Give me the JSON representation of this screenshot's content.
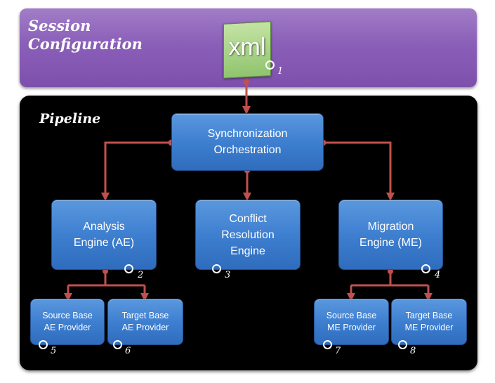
{
  "session": {
    "title": "Session\nConfiguration",
    "doc_label": "xml"
  },
  "pipeline": {
    "title": "Pipeline"
  },
  "boxes": {
    "orchestration": "Synchronization\nOrchestration",
    "analysis": "Analysis\nEngine (AE)",
    "conflict": "Conflict\nResolution\nEngine",
    "migration": "Migration\nEngine (ME)",
    "source_ae": "Source Base\nAE Provider",
    "target_ae": "Target Base\nAE Provider",
    "source_me": "Source Base\nME Provider",
    "target_me": "Target Base\nME Provider"
  },
  "ports": [
    "1",
    "2",
    "3",
    "4",
    "5",
    "6",
    "7",
    "8"
  ],
  "colors": {
    "connector": "#c0504d",
    "box": "#3e7fd0",
    "session": "#8a5fb8",
    "pipeline": "#000000"
  }
}
